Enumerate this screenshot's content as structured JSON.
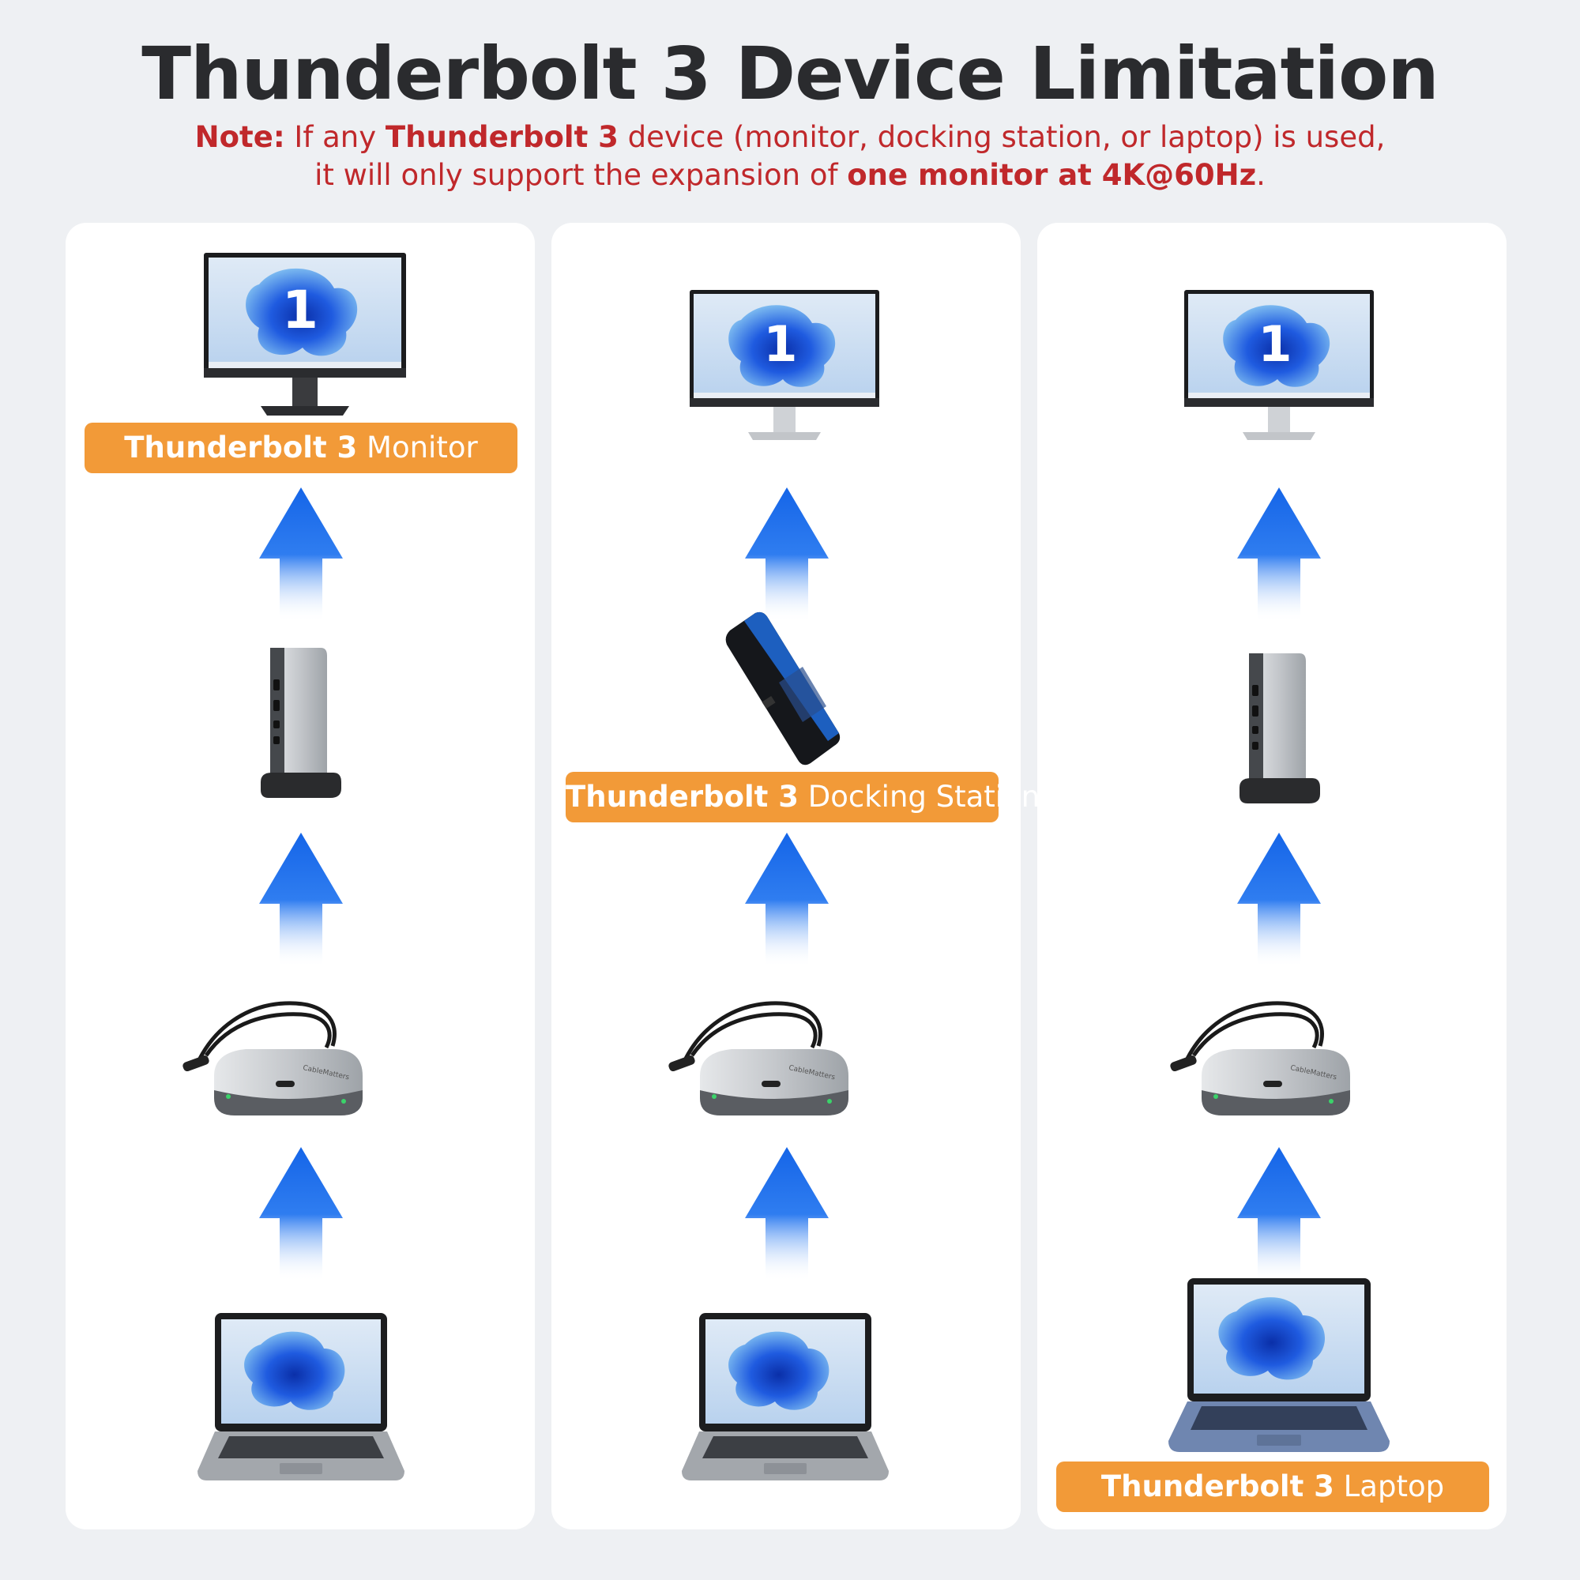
{
  "header": {
    "title": "Thunderbolt 3 Device Limitation",
    "note_prefix": "Note:",
    "note_line1_a": " If any ",
    "note_line1_bold": "Thunderbolt 3",
    "note_line1_b": " device (monitor, docking station, or laptop) is used,",
    "note_line2_a": "it will only support the expansion of ",
    "note_line2_bold": "one monitor at 4K@60Hz",
    "note_line2_b": "."
  },
  "panels": [
    {
      "label_bold": "Thunderbolt 3",
      "label_rest": " Monitor"
    },
    {
      "label_bold": "Thunderbolt 3",
      "label_rest": " Docking Station"
    },
    {
      "label_bold": "Thunderbolt 3",
      "label_rest": " Laptop"
    }
  ],
  "monitor_screen_number": "1",
  "colors": {
    "arrow_blue": "#1565e8",
    "label_orange": "#f29a38",
    "note_red": "#c0282b",
    "title_dark": "#2a2b2e"
  }
}
